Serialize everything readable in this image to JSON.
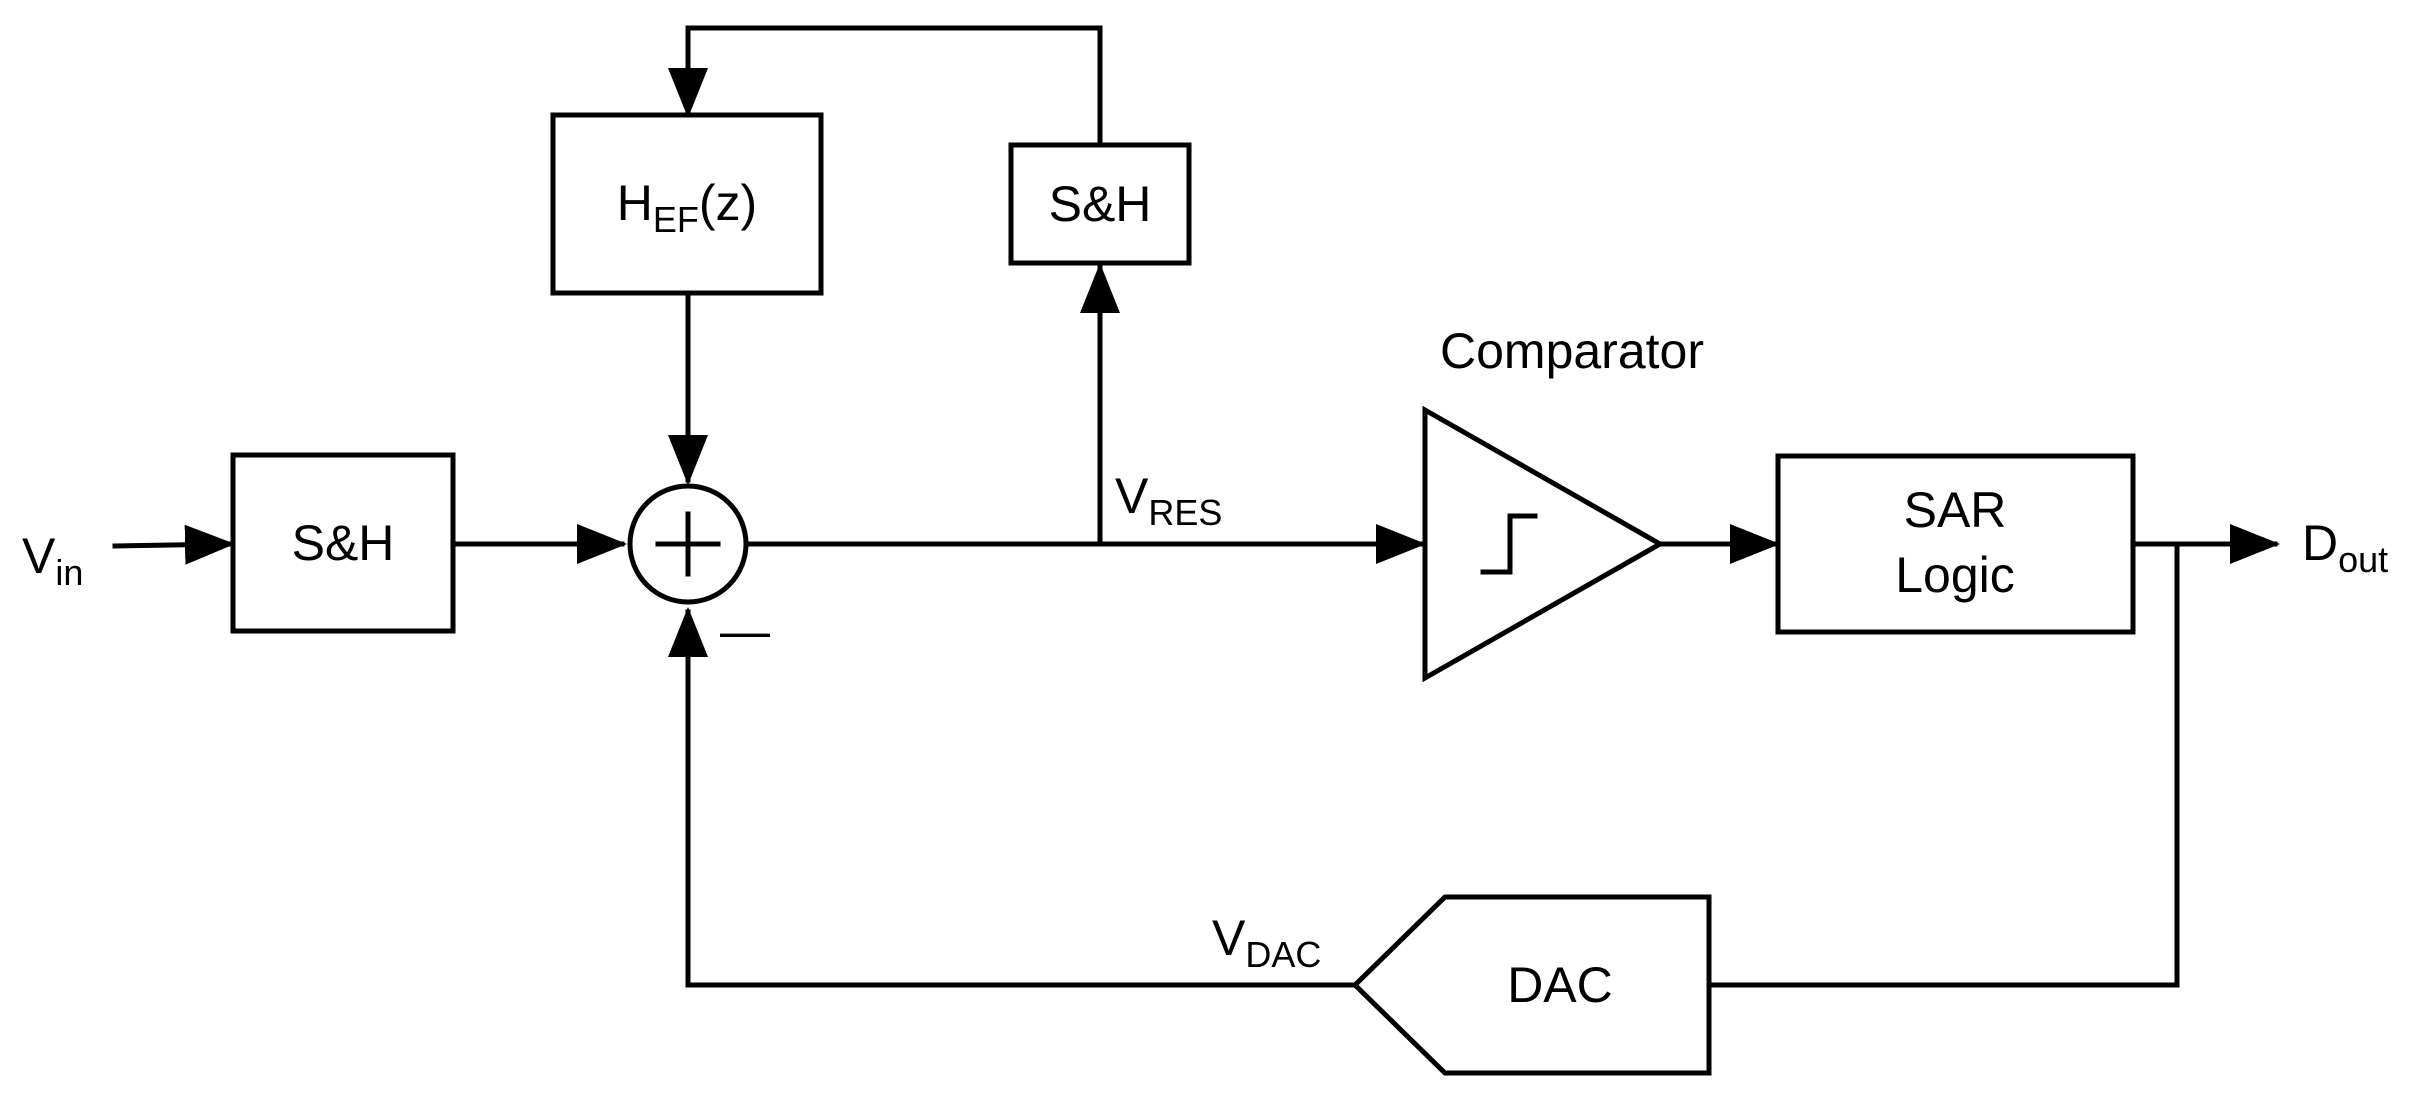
{
  "colors": {
    "stroke": "#000000",
    "background": "#ffffff"
  },
  "input": {
    "main": "V",
    "sub": "in"
  },
  "output": {
    "main": "D",
    "sub": "out"
  },
  "sh_input": {
    "label": "S&H"
  },
  "sh_feedback": {
    "label": "S&H"
  },
  "hef": {
    "main": "H",
    "sub": "EF",
    "suffix": "(z)"
  },
  "vres": {
    "main": "V",
    "sub": "RES"
  },
  "vdac": {
    "main": "V",
    "sub": "DAC"
  },
  "comparator": {
    "label": "Comparator"
  },
  "sar": {
    "line1": "SAR",
    "line2": "Logic"
  },
  "dac": {
    "label": "DAC"
  },
  "summer": {
    "minus_sign": "—"
  }
}
